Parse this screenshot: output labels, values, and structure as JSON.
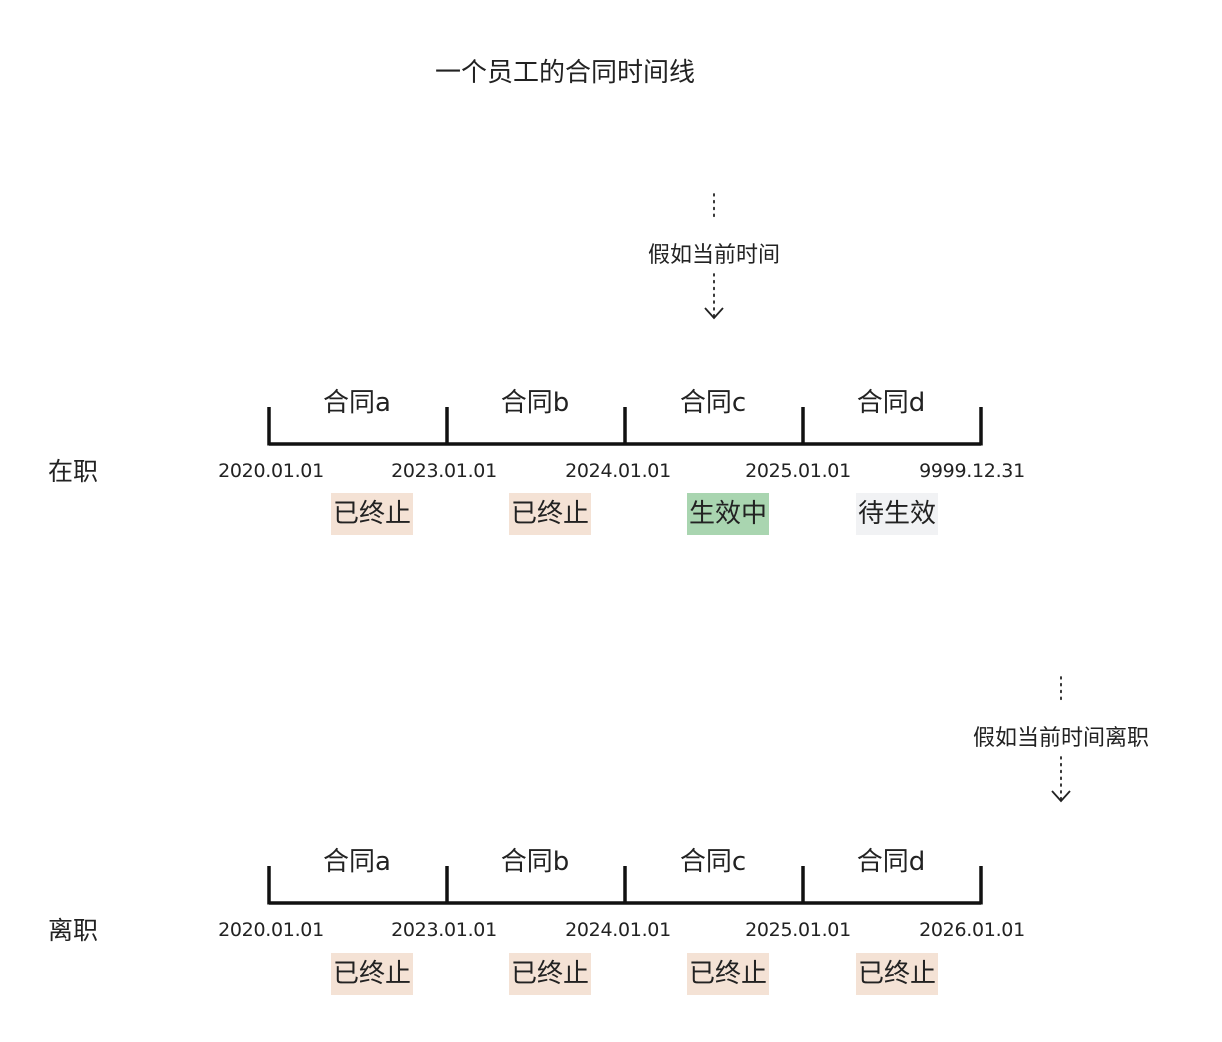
{
  "title": "一个员工的合同时间线",
  "colors": {
    "line": "#111111",
    "terminated_bg": "#f4e2d5",
    "active_bg": "#a9d5b0",
    "pending_bg": "#f1f2f4"
  },
  "timelines": [
    {
      "row_label": "在职",
      "contracts": [
        "合同a",
        "合同b",
        "合同c",
        "合同d"
      ],
      "dates": [
        "2020.01.01",
        "2023.01.01",
        "2024.01.01",
        "2025.01.01",
        "9999.12.31"
      ],
      "statuses": [
        {
          "text": "已终止",
          "kind": "terminated"
        },
        {
          "text": "已终止",
          "kind": "terminated"
        },
        {
          "text": "生效中",
          "kind": "active"
        },
        {
          "text": "待生效",
          "kind": "pending"
        }
      ],
      "marker_text": "假如当前时间"
    },
    {
      "row_label": "离职",
      "contracts": [
        "合同a",
        "合同b",
        "合同c",
        "合同d"
      ],
      "dates": [
        "2020.01.01",
        "2023.01.01",
        "2024.01.01",
        "2025.01.01",
        "2026.01.01"
      ],
      "statuses": [
        {
          "text": "已终止",
          "kind": "terminated"
        },
        {
          "text": "已终止",
          "kind": "terminated"
        },
        {
          "text": "已终止",
          "kind": "terminated"
        },
        {
          "text": "已终止",
          "kind": "terminated"
        }
      ],
      "marker_text": "假如当前时间离职"
    }
  ]
}
